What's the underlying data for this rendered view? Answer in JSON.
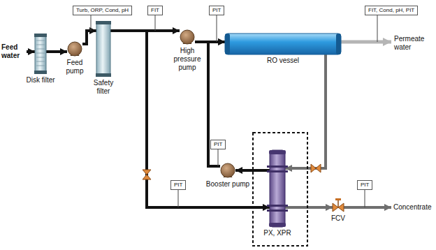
{
  "diagram": {
    "nodes": [
      {
        "text": [
          "Disk filter"
        ]
      },
      {
        "text": [
          "Feed pump"
        ]
      },
      {
        "text": [
          "Turb, ORP, Cond, pH"
        ]
      },
      {
        "text": [
          "Safety filter"
        ]
      },
      {
        "text": [
          "FIT"
        ]
      },
      {
        "text": [
          "High pressure pump"
        ]
      },
      {
        "text": [
          "PIT"
        ]
      },
      {
        "text": [
          "RO vessel"
        ]
      },
      {
        "text": [
          "FIT, Cond, pH, PIT"
        ]
      },
      {
        "text": [
          "PIT"
        ]
      },
      {
        "text": [
          "Booster pump"
        ]
      },
      {
        "text": [
          "PIT"
        ]
      },
      {
        "text": [
          "PX, XPR"
        ]
      },
      {
        "text": [
          "FCV"
        ]
      },
      {
        "text": [
          "PIT"
        ]
      }
    ],
    "edges": [
      {
        "from": 0,
        "to": 1,
        "arrow": "to"
      },
      {
        "from": 1,
        "to": 3,
        "arrow": "to"
      },
      {
        "from": 3,
        "to": 5,
        "arrow": "to"
      },
      {
        "from": 5,
        "to": 7,
        "arrow": "to"
      },
      {
        "from": 7,
        "to": 12,
        "arrow": "to"
      },
      {
        "from": 3,
        "to": 12,
        "arrow": "to"
      },
      {
        "from": 12,
        "to": 10,
        "arrow": "to"
      },
      {
        "from": 10,
        "to": 7,
        "arrow": "to"
      },
      {
        "from": 12,
        "to": 13,
        "arrow": "to"
      }
    ],
    "labels": [
      "Feed water",
      "Permeate water",
      "Concentrate"
    ]
  }
}
